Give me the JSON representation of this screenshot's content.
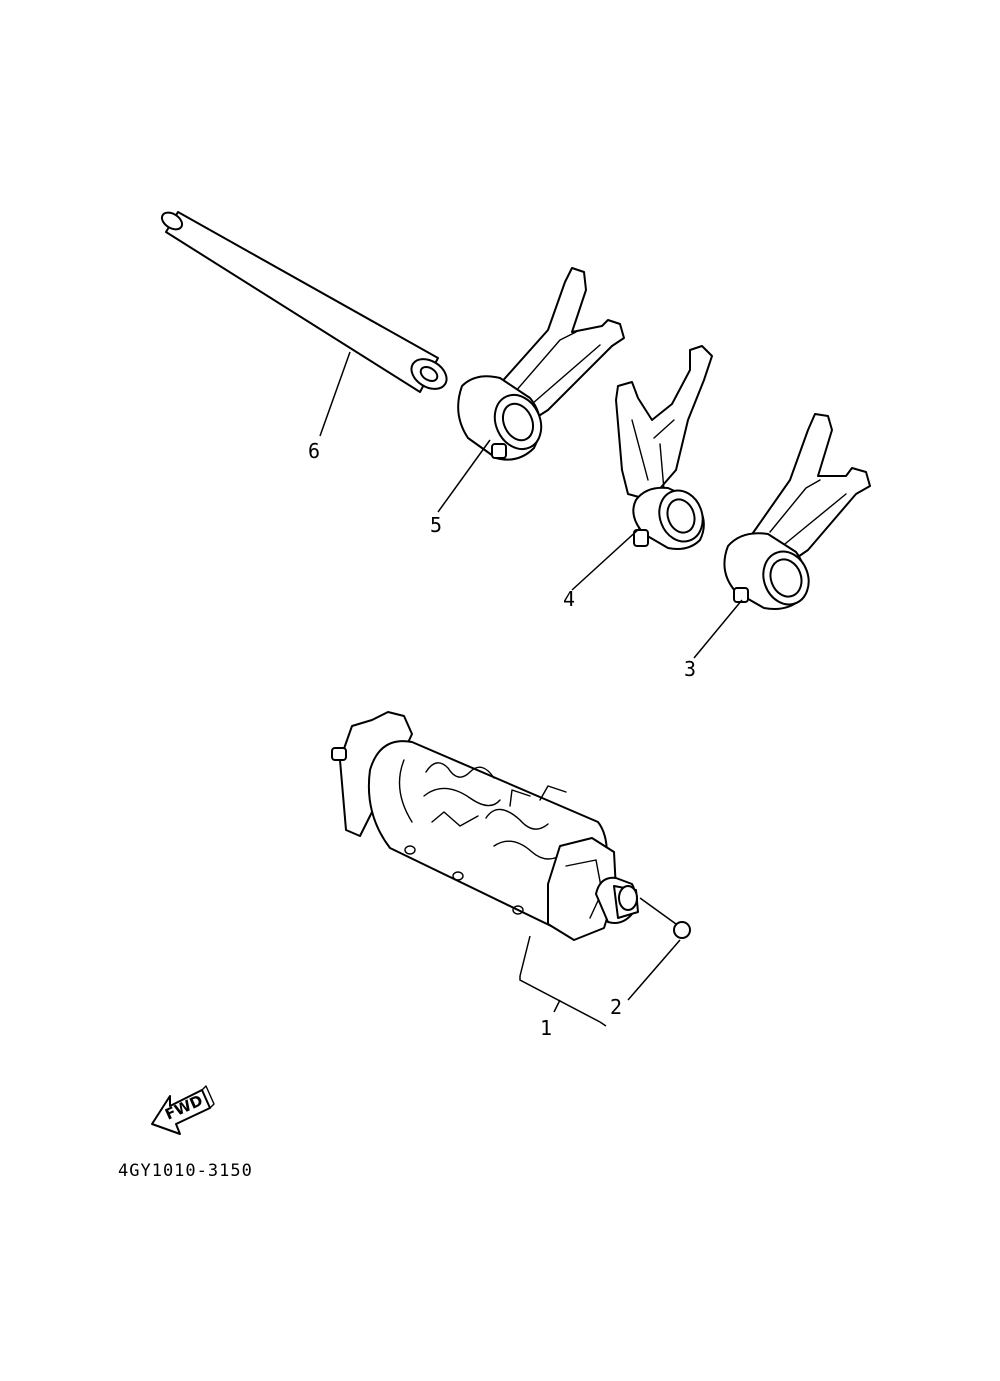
{
  "callouts": {
    "c1": "1",
    "c2": "2",
    "c3": "3",
    "c4": "4",
    "c5": "5",
    "c6": "6"
  },
  "fwd_label": "FWD",
  "part_code": "4GY1010-3150"
}
